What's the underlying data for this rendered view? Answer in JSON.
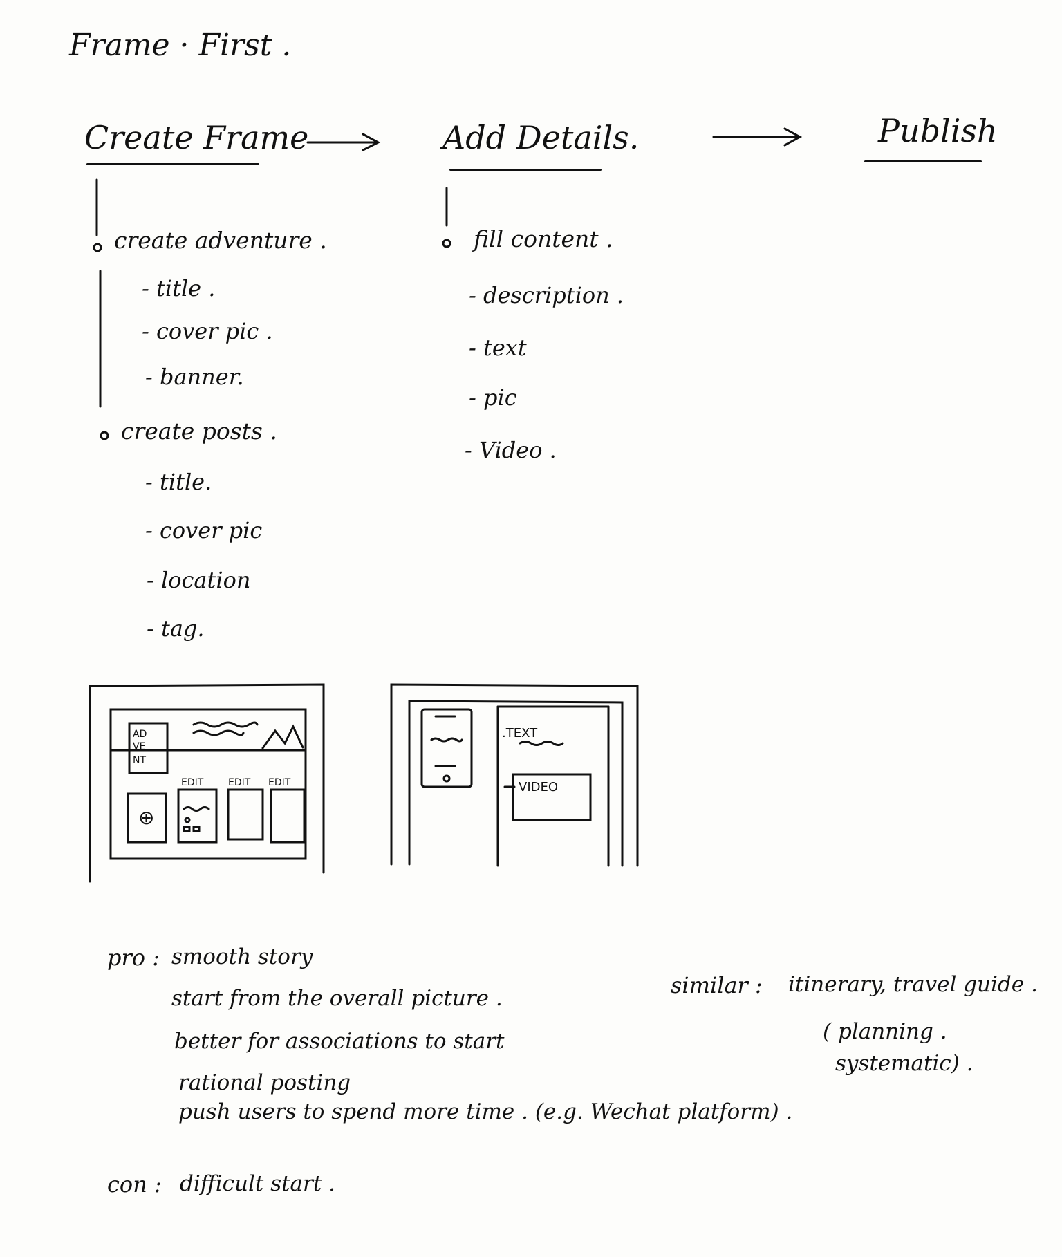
{
  "page_title": "Frame · First .",
  "flow": {
    "steps": [
      "Create Frame",
      "Add Details.",
      "Publish"
    ]
  },
  "create_frame": {
    "groups": [
      {
        "label": "create adventure .",
        "items": [
          "- title .",
          "- cover pic .",
          "- banner."
        ]
      },
      {
        "label": "create posts .",
        "items": [
          "- title.",
          "- cover pic",
          "- location",
          "- tag."
        ]
      }
    ]
  },
  "add_details": {
    "groups": [
      {
        "label": "fill content .",
        "items": [
          "- description .",
          "- text",
          "- pic",
          "- Video ."
        ]
      }
    ]
  },
  "sketch1": {
    "adventure_box": [
      "AD",
      "VE",
      "NT"
    ],
    "edit_labels": [
      "EDIT",
      "EDIT",
      "EDIT"
    ],
    "add_symbol": "⊕"
  },
  "sketch2": {
    "text_label": ".TEXT",
    "video_label": "VIDEO"
  },
  "notes": {
    "pro_label": "pro :",
    "pro": [
      "smooth story",
      "start from the overall picture .",
      "better for associations to start",
      "rational posting",
      "push users to spend more time . (e.g. Wechat platform) ."
    ],
    "con_label": "con :",
    "con": "difficult start .",
    "similar_label": "similar :",
    "similar": "itinerary, travel guide .",
    "similar_paren_1": "( planning .",
    "similar_paren_2": "systematic) ."
  }
}
